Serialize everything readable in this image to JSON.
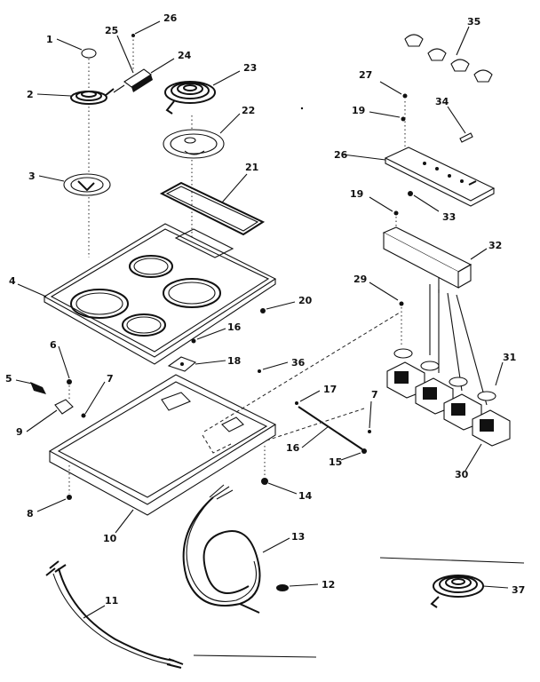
{
  "callouts": [
    {
      "id": "c1",
      "label": "1"
    },
    {
      "id": "c2",
      "label": "2"
    },
    {
      "id": "c3",
      "label": "3"
    },
    {
      "id": "c4",
      "label": "4"
    },
    {
      "id": "c5",
      "label": "5"
    },
    {
      "id": "c6",
      "label": "6"
    },
    {
      "id": "c7a",
      "label": "7"
    },
    {
      "id": "c7b",
      "label": "7"
    },
    {
      "id": "c8a",
      "label": "8"
    },
    {
      "id": "c8b",
      "label": "8"
    },
    {
      "id": "c9",
      "label": "9"
    },
    {
      "id": "c10",
      "label": "10"
    },
    {
      "id": "c11",
      "label": "11"
    },
    {
      "id": "c12",
      "label": "12"
    },
    {
      "id": "c13",
      "label": "13"
    },
    {
      "id": "c14",
      "label": "14"
    },
    {
      "id": "c15",
      "label": "15"
    },
    {
      "id": "c16a",
      "label": "16"
    },
    {
      "id": "c16b",
      "label": "16"
    },
    {
      "id": "c17",
      "label": "17"
    },
    {
      "id": "c18",
      "label": "18"
    },
    {
      "id": "c19a",
      "label": "19"
    },
    {
      "id": "c19b",
      "label": "19"
    },
    {
      "id": "c20",
      "label": "20"
    },
    {
      "id": "c21",
      "label": "21"
    },
    {
      "id": "c22",
      "label": "22"
    },
    {
      "id": "c23",
      "label": "23"
    },
    {
      "id": "c24",
      "label": "24"
    },
    {
      "id": "c25",
      "label": "25"
    },
    {
      "id": "c26a",
      "label": "26"
    },
    {
      "id": "c26b",
      "label": "26"
    },
    {
      "id": "c27",
      "label": "27"
    },
    {
      "id": "c29",
      "label": "29"
    },
    {
      "id": "c30",
      "label": "30"
    },
    {
      "id": "c31",
      "label": "31"
    },
    {
      "id": "c32",
      "label": "32"
    },
    {
      "id": "c33",
      "label": "33"
    },
    {
      "id": "c34",
      "label": "34"
    },
    {
      "id": "c35",
      "label": "35"
    },
    {
      "id": "c36",
      "label": "36"
    },
    {
      "id": "c37",
      "label": "37"
    }
  ]
}
